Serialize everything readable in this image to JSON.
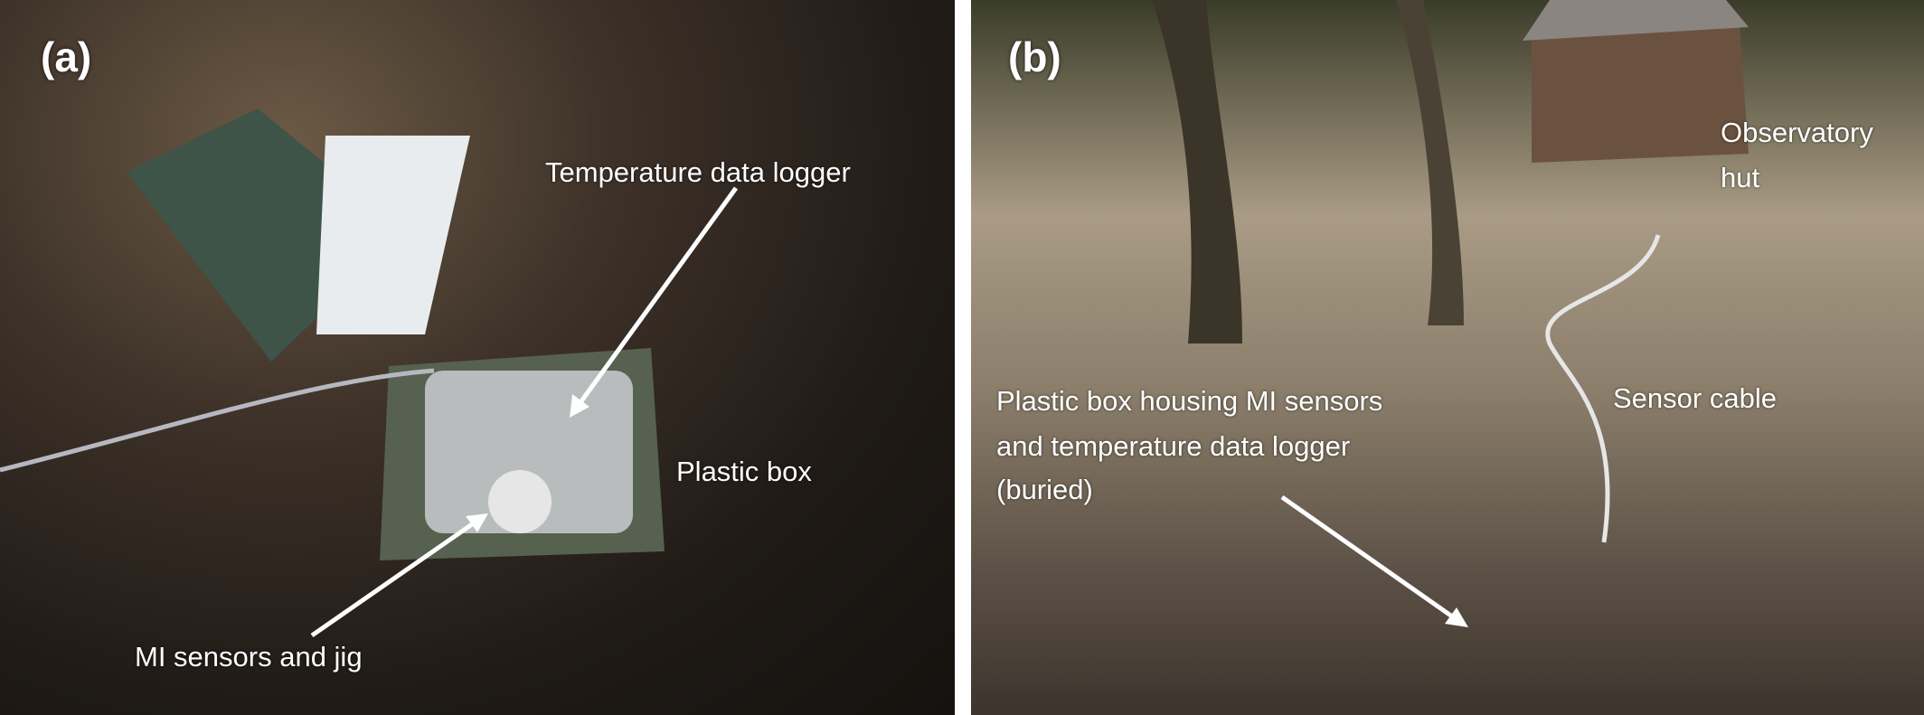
{
  "panel_a": {
    "tag": "(a)",
    "labels": {
      "temperature_logger": "Temperature data logger",
      "plastic_box": "Plastic box",
      "mi_sensors": "MI sensors and jig"
    }
  },
  "panel_b": {
    "tag": "(b)",
    "labels": {
      "hut_line1": "Observatory",
      "hut_line2": "hut",
      "box_line1": "Plastic box housing MI sensors",
      "box_line2": "and temperature data logger",
      "box_line3": "(buried)",
      "sensor_cable": "Sensor cable"
    }
  }
}
